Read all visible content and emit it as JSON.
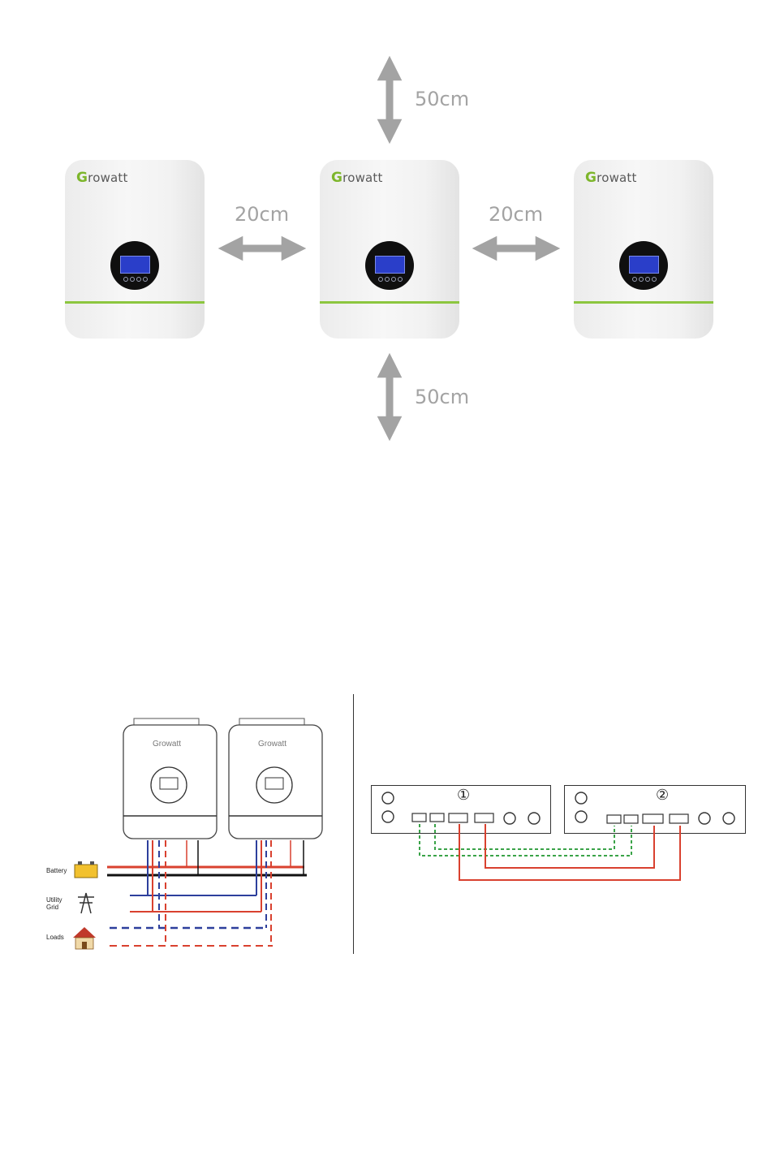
{
  "top_figure": {
    "inverters": [
      {
        "brand_initial": "G",
        "brand_rest": "rowatt"
      },
      {
        "brand_initial": "G",
        "brand_rest": "rowatt"
      },
      {
        "brand_initial": "G",
        "brand_rest": "rowatt"
      }
    ],
    "clearance_top": "50cm",
    "clearance_bottom": "50cm",
    "clearance_left": "20cm",
    "clearance_right": "20cm"
  },
  "bottom_left": {
    "legend": {
      "battery": "Battery",
      "utility_grid": "Utility\nGrid",
      "loads": "Loads"
    },
    "brand_text": "Growatt"
  },
  "bottom_right": {
    "unit_1": "①",
    "unit_2": "②"
  },
  "colors": {
    "brand_green": "#8cc63f",
    "arrow_gray": "#a3a3a3",
    "wire_red": "#d9412f",
    "wire_blue": "#2d3f9c",
    "wire_green": "#3aa348"
  }
}
